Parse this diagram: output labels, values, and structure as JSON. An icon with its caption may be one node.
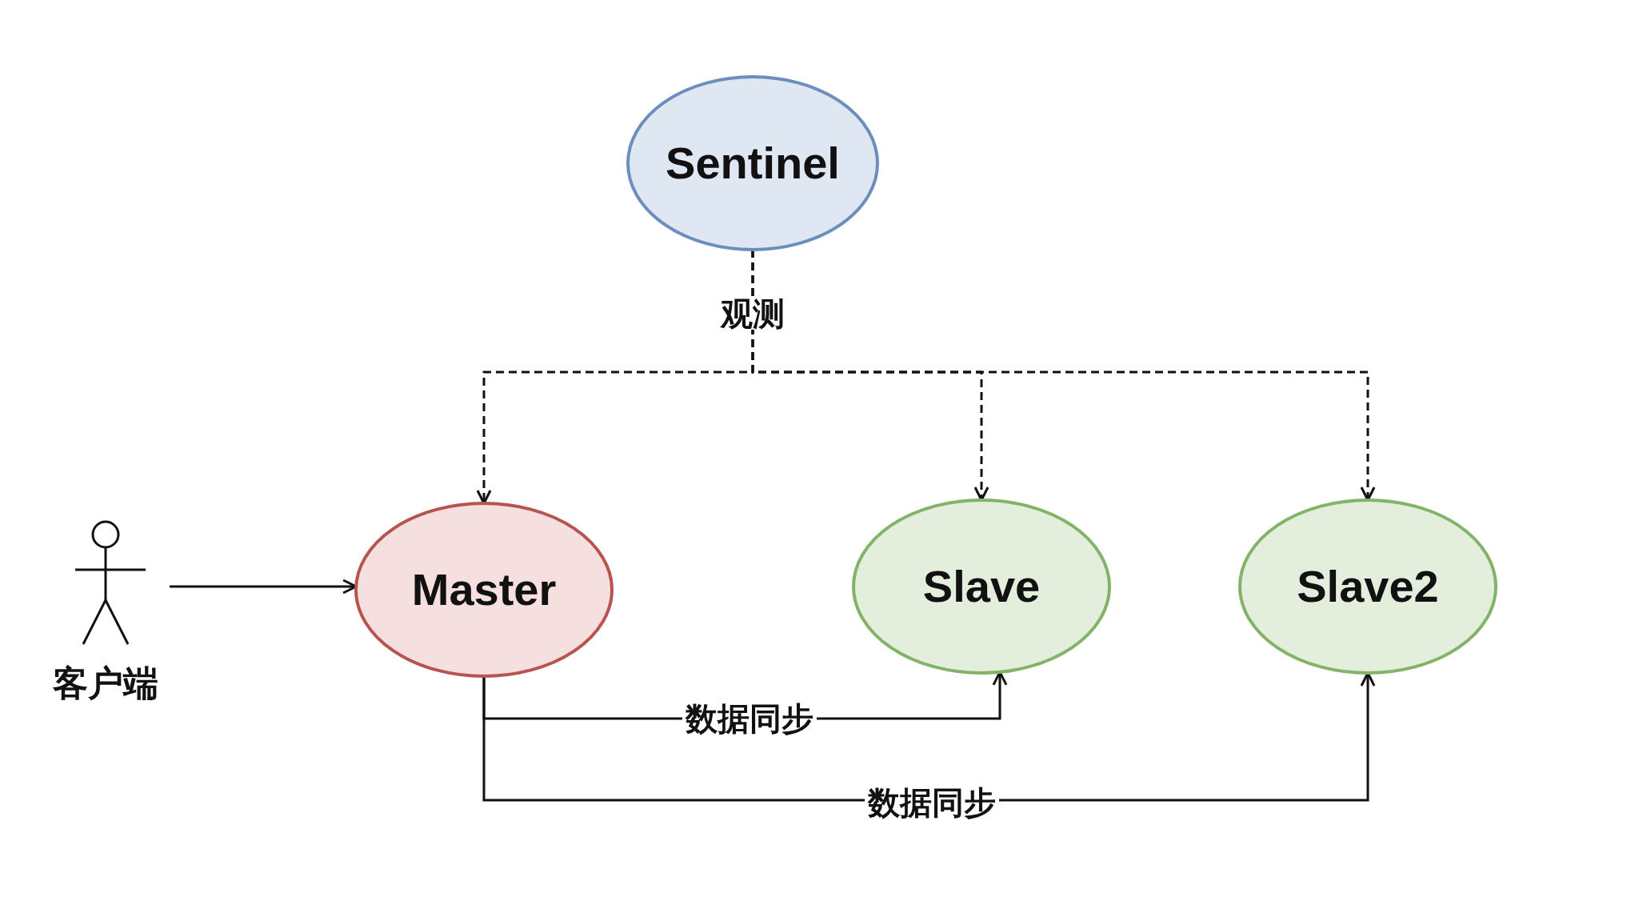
{
  "diagram": {
    "nodes": [
      {
        "text": [
          "Sentinel"
        ]
      },
      {
        "text": [
          "Master"
        ]
      },
      {
        "text": [
          "Slave"
        ]
      },
      {
        "text": [
          "Slave2"
        ]
      },
      {
        "text": [
          "客户端"
        ]
      }
    ],
    "edges": [
      {
        "from": 0,
        "to": 1,
        "arrow": "to",
        "style": "dashed",
        "label": "观测"
      },
      {
        "from": 0,
        "to": 2,
        "arrow": "to",
        "style": "dashed"
      },
      {
        "from": 0,
        "to": 3,
        "arrow": "to",
        "style": "dashed"
      },
      {
        "from": 4,
        "to": 1,
        "arrow": "to"
      },
      {
        "from": 1,
        "to": 2,
        "arrow": "to",
        "label": "数据同步"
      },
      {
        "from": 1,
        "to": 3,
        "arrow": "to",
        "label": "数据同步"
      }
    ]
  }
}
